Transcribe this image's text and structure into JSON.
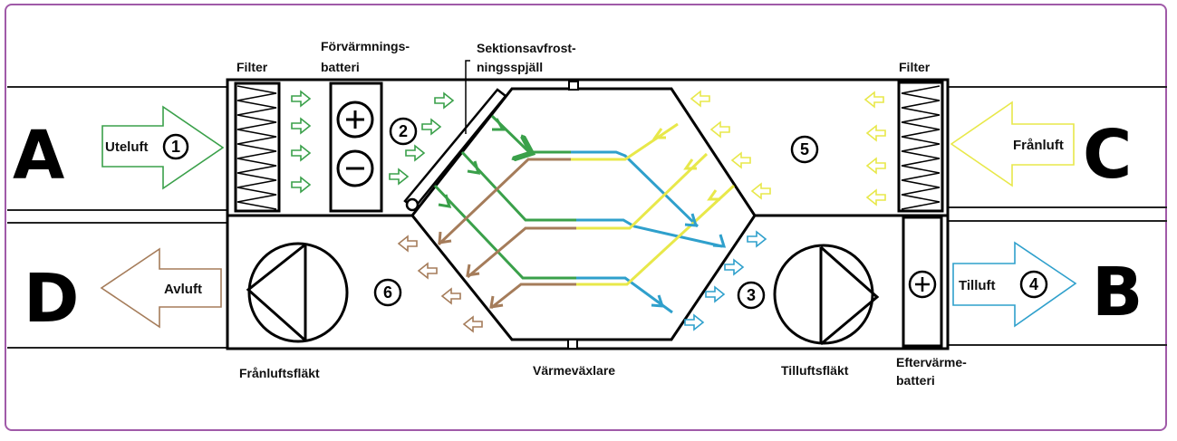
{
  "title": "Ventilation unit with heat exchanger (FTX) schematic",
  "colors": {
    "outdoor_air": "#3aa04a",
    "exhaust_out": "#a57c5a",
    "extract_air": "#e8e84a",
    "supply_air": "#2fa0cc",
    "frame": "#a05aa8"
  },
  "ports": {
    "A": {
      "letter": "A",
      "label": "Uteluft",
      "number": "1"
    },
    "B": {
      "letter": "B",
      "label": "Tilluft",
      "number": "4"
    },
    "C": {
      "letter": "C",
      "label": "Frånluft"
    },
    "D": {
      "letter": "D",
      "label": "Avluft"
    }
  },
  "markers": {
    "m2": "2",
    "m3": "3",
    "m5": "5",
    "m6": "6"
  },
  "components": {
    "filter_left": "Filter",
    "filter_right": "Filter",
    "preheater_line1": "Förvärmnings-",
    "preheater_line2": "batteri",
    "damper_line1": "Sektionsavfrost-",
    "damper_line2": "ningsspjäll",
    "exhaust_fan": "Frånluftsfläkt",
    "heat_exchanger": "Värmeväxlare",
    "supply_fan": "Tilluftsfläkt",
    "afterheater_line1": "Eftervärme-",
    "afterheater_line2": "batteri"
  },
  "symbols": {
    "plus": "+",
    "minus": "−"
  }
}
